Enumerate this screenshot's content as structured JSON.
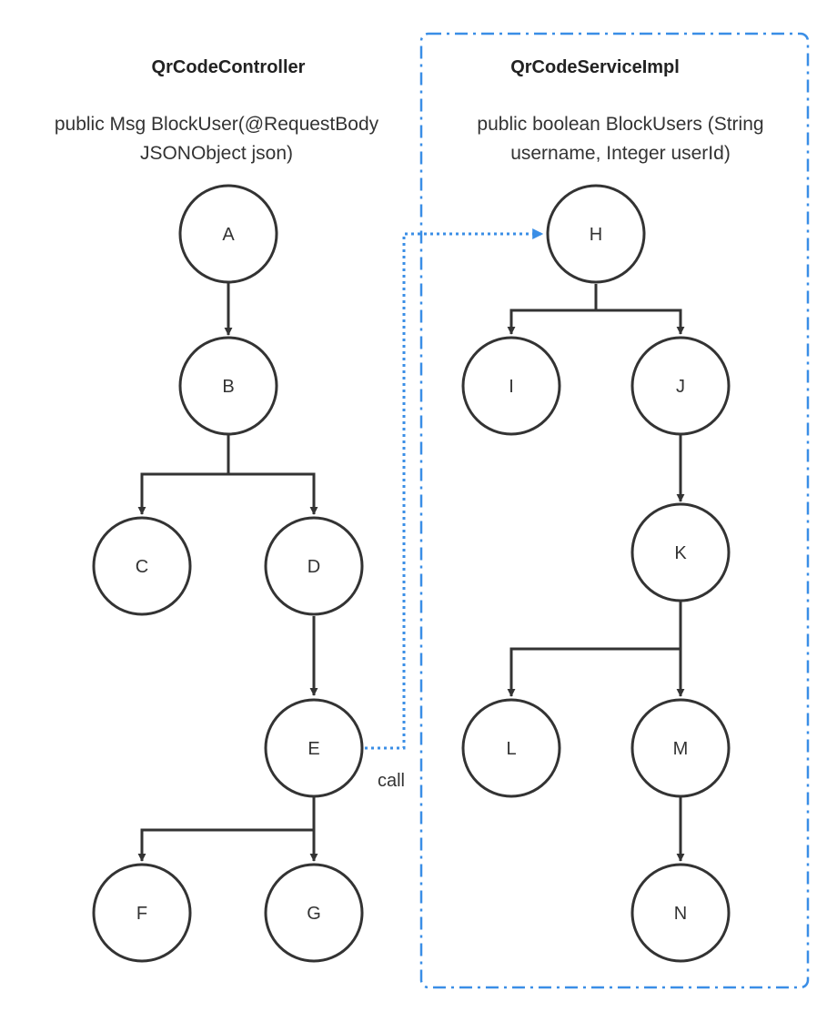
{
  "colors": {
    "stroke": "#333333",
    "accent": "#3a8ee6"
  },
  "controller": {
    "title": "QrCodeController",
    "signature_line1": "public Msg BlockUser(@RequestBody",
    "signature_line2": "JSONObject json)"
  },
  "service": {
    "title": "QrCodeServiceImpl",
    "signature_line1": "public boolean BlockUsers (String",
    "signature_line2": "username, Integer userId)"
  },
  "call_label": "call",
  "nodes": {
    "A": "A",
    "B": "B",
    "C": "C",
    "D": "D",
    "E": "E",
    "F": "F",
    "G": "G",
    "H": "H",
    "I": "I",
    "J": "J",
    "K": "K",
    "L": "L",
    "M": "M",
    "N": "N"
  }
}
